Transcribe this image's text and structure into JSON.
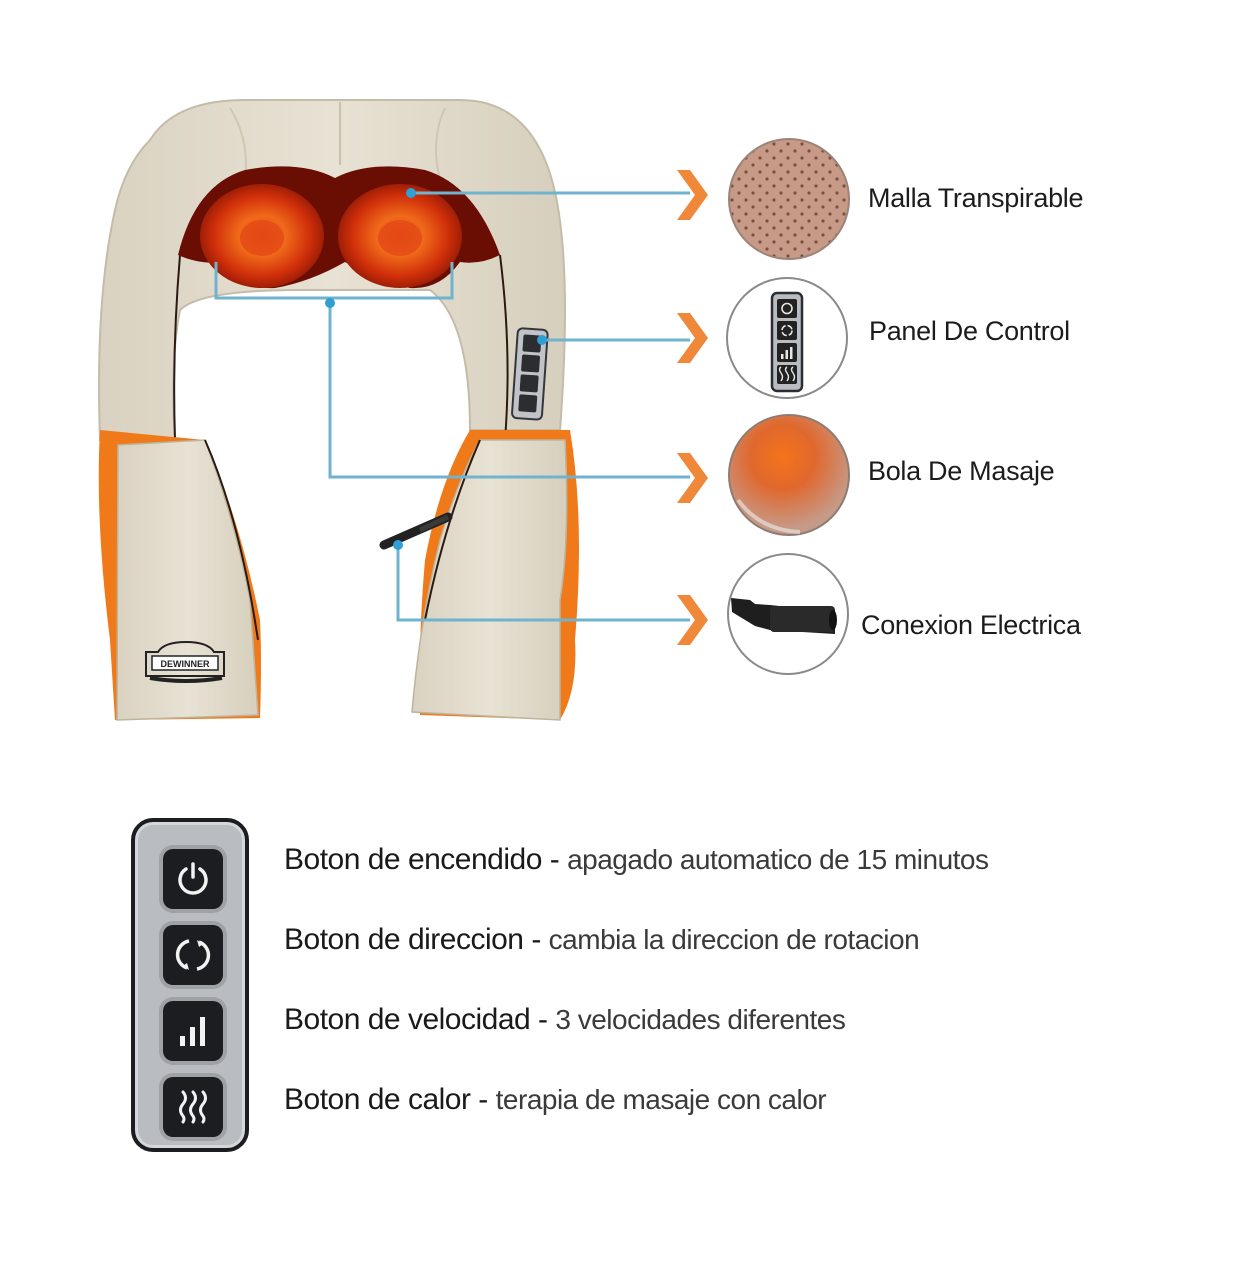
{
  "product": {
    "brand_logo_text": "DEWINNER",
    "colors": {
      "body": "#e3dccc",
      "body_shadow": "#cfc7b4",
      "accent_orange": "#f07a1a",
      "heat_red": "#c22a08",
      "leader_line": "#6fb3cf",
      "leader_dot": "#2f9fd6",
      "chevron": "#f0883a"
    }
  },
  "callouts": [
    {
      "id": "mesh",
      "label": "Malla Transpirable",
      "icon": "mesh-fabric-icon"
    },
    {
      "id": "panel",
      "label": "Panel De Control",
      "icon": "control-panel-icon"
    },
    {
      "id": "ball",
      "label": "Bola De Masaje",
      "icon": "massage-ball-icon"
    },
    {
      "id": "power",
      "label": "Conexion Electrica",
      "icon": "power-connector-icon"
    }
  ],
  "legend": {
    "items": [
      {
        "name": "Boton de encendido",
        "separator": " - ",
        "description": "apagado automatico de 15 minutos",
        "icon": "power-icon"
      },
      {
        "name": "Boton de direccion",
        "separator": " - ",
        "description": "cambia la direccion de rotacion",
        "icon": "rotation-icon"
      },
      {
        "name": "Boton de velocidad",
        "separator": " - ",
        "description": "3 velocidades diferentes",
        "icon": "speed-bars-icon"
      },
      {
        "name": "Boton de calor",
        "separator": " - ",
        "description": "terapia de masaje con calor",
        "icon": "heat-waves-icon"
      }
    ]
  }
}
